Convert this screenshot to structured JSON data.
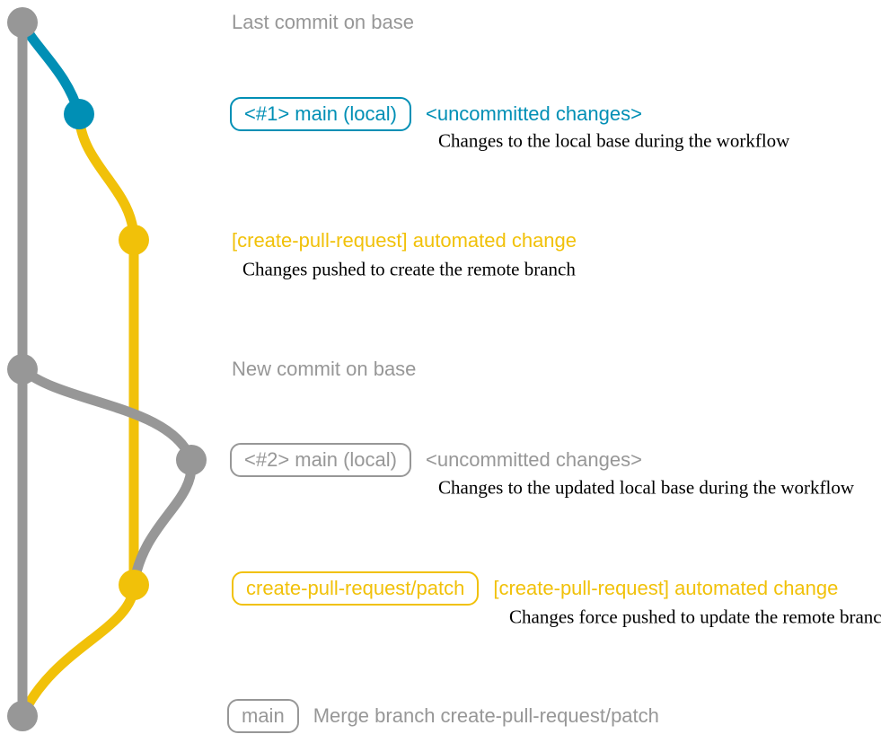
{
  "colors": {
    "gray": "#979797",
    "blue": "#008fb5",
    "yellow": "#f1c109",
    "ink": "#000000",
    "background": "#ffffff"
  },
  "labels": {
    "last_commit": "Last commit on base",
    "badge_main_local_1": "<#1> main (local)",
    "uncommitted_1": "<uncommitted changes>",
    "note_local_base": "Changes to the local base during the workflow",
    "automated_change_1": "[create-pull-request] automated change",
    "note_pushed_create": "Changes pushed to create the remote branch",
    "new_commit": "New commit on base",
    "badge_main_local_2": "<#2> main (local)",
    "uncommitted_2": "<uncommitted changes>",
    "note_updated_base": "Changes to the updated local base during the workflow",
    "badge_cpr_patch": "create-pull-request/patch",
    "automated_change_2": "[create-pull-request] automated change",
    "note_force_pushed": "Changes force pushed to update the remote branch",
    "badge_main": "main",
    "merge_message": "Merge branch create-pull-request/patch"
  }
}
